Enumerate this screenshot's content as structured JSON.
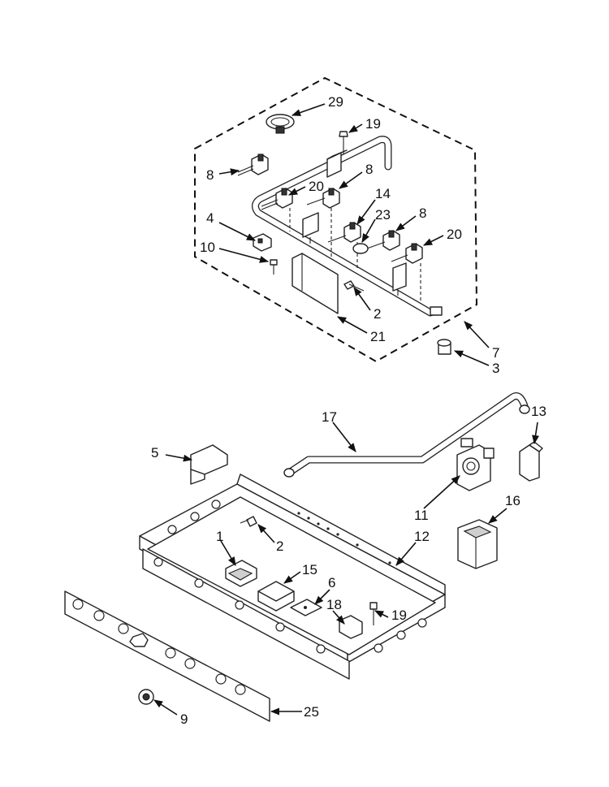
{
  "callouts": {
    "c29": "29",
    "c19a": "19",
    "c8a": "8",
    "c20a": "20",
    "c8b": "8",
    "c14": "14",
    "c4": "4",
    "c23": "23",
    "c8c": "8",
    "c20b": "20",
    "c10": "10",
    "c2a": "2",
    "c21": "21",
    "c7": "7",
    "c3": "3",
    "c17": "17",
    "c13": "13",
    "c5": "5",
    "c16": "16",
    "c11": "11",
    "c2b": "2",
    "c12": "12",
    "c1": "1",
    "c15": "15",
    "c6": "6",
    "c18": "18",
    "c19b": "19",
    "c9": "9",
    "c25": "25"
  }
}
